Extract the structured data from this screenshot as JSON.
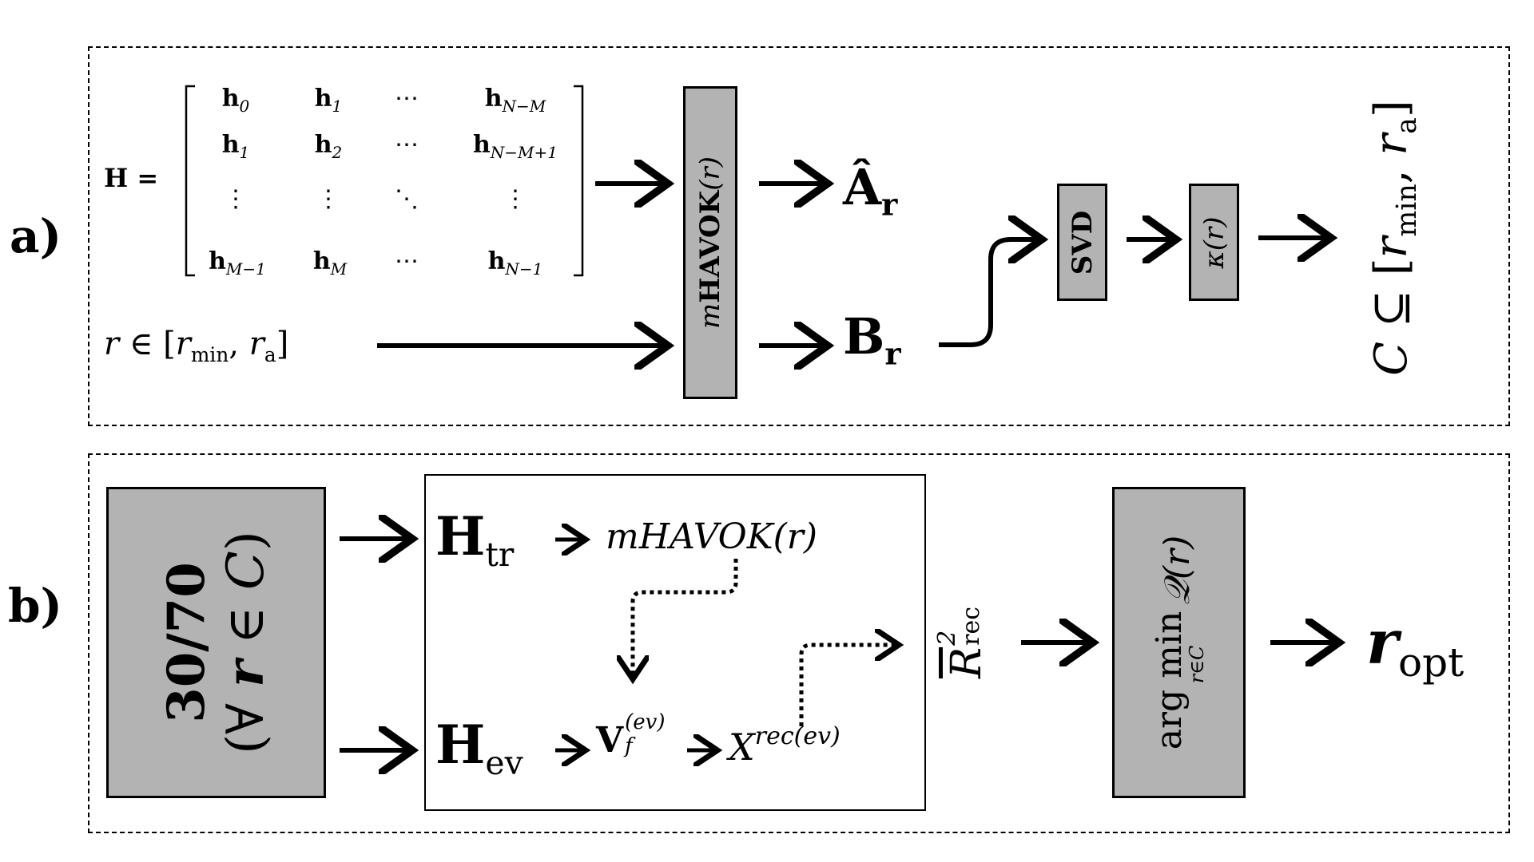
{
  "panel_a": {
    "label": "a)",
    "matrix": {
      "lhs": "H =",
      "rows": [
        [
          "h",
          "0",
          "h",
          "1",
          "⋯",
          "h",
          "N−M"
        ],
        [
          "h",
          "1",
          "h",
          "2",
          "⋯",
          "h",
          "N−M+1"
        ],
        [
          "h",
          "M−1",
          "h",
          "M",
          "⋯",
          "h",
          "N−1"
        ]
      ],
      "vdots": "⋮",
      "ddots": "⋱"
    },
    "r_range": {
      "r": "r",
      "in": "∈ [",
      "rmin": "r",
      "rmin_sub": "min",
      "comma": ",",
      "ra": "r",
      "ra_sub": "a",
      "close": "]"
    },
    "mhavok_box": {
      "m": "m",
      "text": "HAVOK",
      "arg": "(r)"
    },
    "A_out": {
      "sym": "Â",
      "sub": "r"
    },
    "B_out": {
      "sym": "B",
      "sub": "r"
    },
    "svd_box": "SVD",
    "kappa_box": {
      "sym": "κ",
      "arg": "(r)"
    },
    "result": {
      "C": "C",
      "sub": "⊆ [",
      "rmin": "r",
      "rmin_sub": "min",
      "comma": ",",
      "ra": "r",
      "ra_sub": "a",
      "close": "]"
    }
  },
  "panel_b": {
    "label": "b)",
    "split_box": {
      "ratio": "30/70",
      "quant": "(∀ ",
      "r": "r",
      "in": " ∈ ",
      "C": "C",
      "close": ")"
    },
    "H_tr": {
      "sym": "H",
      "sub": "tr"
    },
    "H_ev": {
      "sym": "H",
      "sub": "ev"
    },
    "mhavok": "mHAVOK(r)",
    "V_f": {
      "sym": "V",
      "sub": "f",
      "sup": "(ev)"
    },
    "X_rec": {
      "sym": "X",
      "sup": "rec(ev)"
    },
    "R2": {
      "sym": "R",
      "sup": "2",
      "sub": "rec"
    },
    "argmin_box": {
      "argmin": "arg min",
      "under": "r∈C",
      "Q": "𝒬(r)"
    },
    "r_opt": {
      "sym": "r",
      "sub": "opt"
    }
  }
}
